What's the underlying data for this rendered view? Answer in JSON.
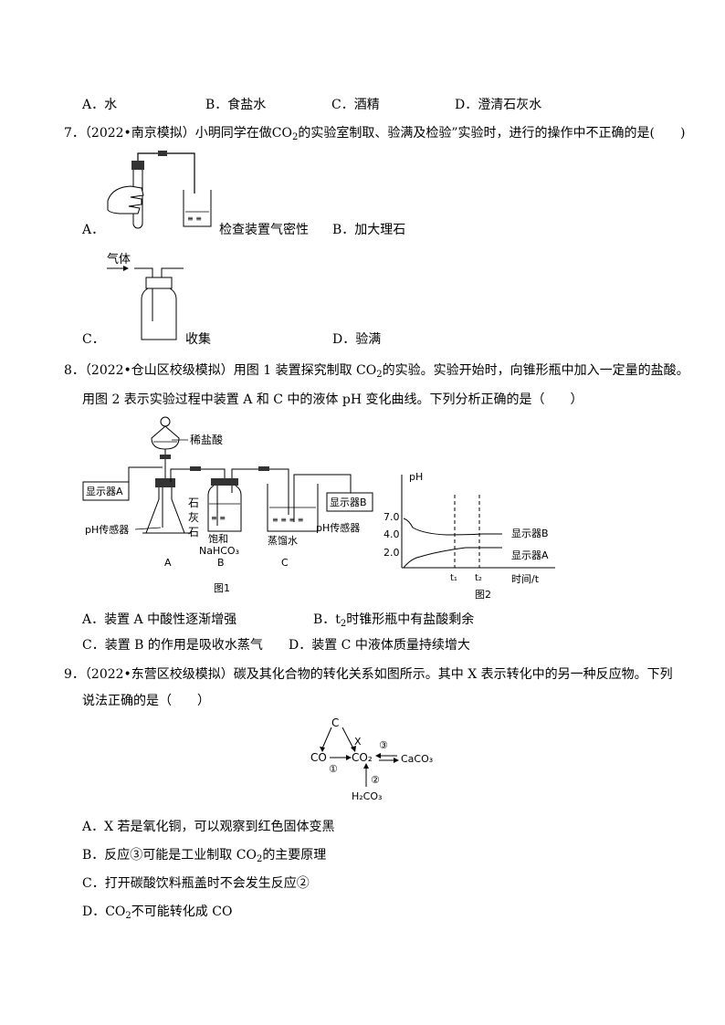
{
  "q6": {
    "options": [
      "A．水",
      "B．食盐水",
      "C．酒精",
      "D．澄清石灰水"
    ]
  },
  "q7": {
    "stem_pre": "7．（2022•南京模拟）小明同学在做CO",
    "stem_sub": "2",
    "stem_post": "的实验室制取、验满及检验”实验时，进行的操作中不正确的是(　　)",
    "option_a_letter": "A．",
    "option_a_text": "检查装置气密性",
    "option_b": "B．加大理石",
    "option_c_letter": "C．",
    "option_c_text": "收集",
    "option_c_gas_label": "气体",
    "option_d": "D．验满"
  },
  "q8": {
    "stem_line1_pre": "8．（2022•仓山区校级模拟）用图 1 装置探究制取 CO",
    "stem_line1_sub": "2",
    "stem_line1_post": "的实验。实验开始时，向锥形瓶中加入一定量的盐酸。",
    "stem_line2": "用图 2 表示实验过程中装置 A 和 C 中的液体 pH 变化曲线。下列分析正确的是（　　）",
    "fig1": {
      "acid": "稀盐酸",
      "display_a": "显示器A",
      "display_b": "显示器B",
      "stone_1": "石",
      "stone_2": "灰",
      "stone_3": "石",
      "sensor_a": "pH传感器",
      "sensor_c": "pH传感器",
      "saturated": "饱和",
      "nahco3": "NaHCO₃",
      "water": "蒸馏水",
      "label_a": "A",
      "label_b": "B",
      "label_c": "C",
      "caption": "图1"
    },
    "fig2": {
      "ylabel": "pH",
      "yticks": [
        "7.0",
        "4.0",
        "2.0"
      ],
      "t1": "t₁",
      "t2": "t₂",
      "xlabel": "时间/t",
      "series_b": "显示器B",
      "series_a": "显示器A",
      "caption": "图2"
    },
    "options": {
      "a": "A．装置 A 中酸性逐渐增强",
      "b_pre": "B．t",
      "b_sub": "2",
      "b_post": "时锥形瓶中有盐酸剩余",
      "c": "C．装置 B 的作用是吸收水蒸气",
      "d": "D．装置 C 中液体质量持续增大"
    }
  },
  "q9": {
    "stem_line1": "9．（2022•东营区校级模拟）碳及其化合物的转化关系如图所示。其中 X 表示转化中的另一种反应物。下列",
    "stem_line2": "说法正确的是（　　）",
    "diagram": {
      "c": "C",
      "x": "X",
      "co": "CO",
      "co2": "CO₂",
      "caco3": "CaCO₃",
      "h2co3": "H₂CO₃",
      "n1": "①",
      "n2": "②",
      "n3": "③"
    },
    "options": {
      "a": "A．X 若是氧化铜，可以观察到红色固体变黑",
      "b_pre": "B．反应③可能是工业制取 CO",
      "b_sub": "2",
      "b_post": "的主要原理",
      "c": "C．打开碳酸饮料瓶盖时不会发生反应②",
      "d_pre": "D．CO",
      "d_sub": "2",
      "d_post": "不可能转化成 CO"
    }
  }
}
